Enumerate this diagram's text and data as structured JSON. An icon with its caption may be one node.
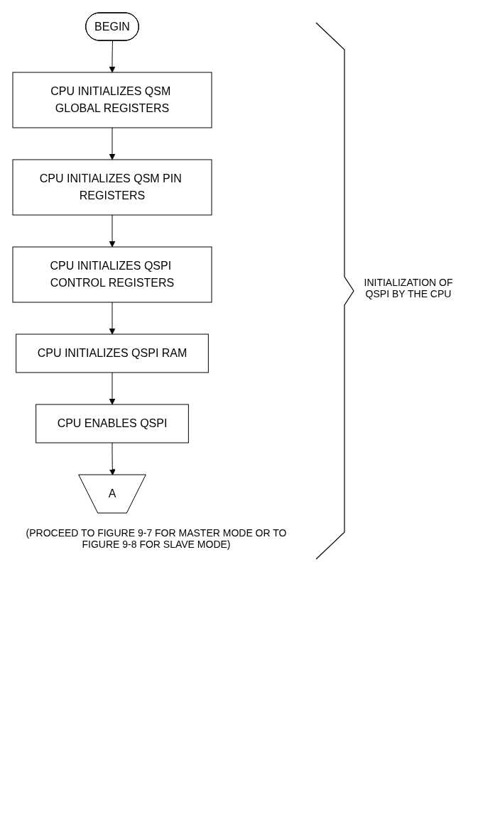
{
  "diagram": {
    "nodes": [
      {
        "text": [
          "BEGIN"
        ]
      },
      {
        "text": [
          "CPU INITIALIZES QSM GLOBAL REGISTERS"
        ]
      },
      {
        "text": [
          "CPU INITIALIZES QSM PIN REGISTERS"
        ]
      },
      {
        "text": [
          "CPU INITIALIZES QSPI CONTROL REGISTERS"
        ]
      },
      {
        "text": [
          "CPU INITIALIZES QSPI RAM"
        ]
      },
      {
        "text": [
          "CPU ENABLES QSPI"
        ]
      },
      {
        "text": [
          "A"
        ]
      }
    ],
    "edges": [
      {
        "from": 0,
        "to": 1,
        "arrow": "to"
      },
      {
        "from": 1,
        "to": 2,
        "arrow": "to"
      },
      {
        "from": 2,
        "to": 3,
        "arrow": "to"
      },
      {
        "from": 3,
        "to": 4,
        "arrow": "to"
      },
      {
        "from": 4,
        "to": 5,
        "arrow": "to"
      },
      {
        "from": 5,
        "to": 6,
        "arrow": "to"
      }
    ],
    "labels": [
      "INITIALIZATION OF QSPI BY THE CPU",
      "(PROCEED TO FIGURE 9-7 FOR MASTER MODE OR TO FIGURE 9-8 FOR SLAVE MODE)"
    ]
  }
}
